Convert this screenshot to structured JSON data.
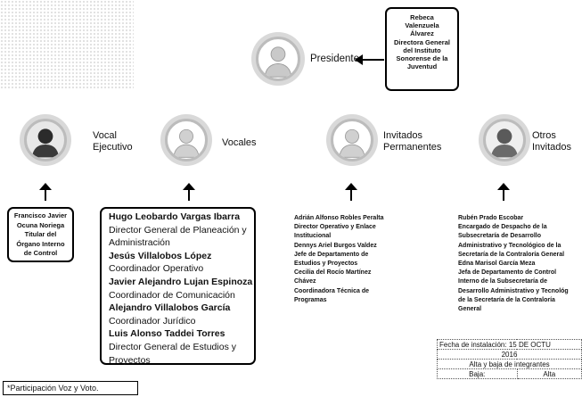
{
  "top_box": [
    "Rebeca",
    "Valenzuela",
    "Álvarez",
    "Directora General",
    "del Instituto",
    "Sonorense de la",
    "Juventud"
  ],
  "president": {
    "label": "Presidente"
  },
  "categories": {
    "vocal_ejecutivo": [
      "Vocal",
      "Ejecutivo"
    ],
    "vocales": "Vocales",
    "invitados_permanentes": [
      "Invitados",
      "Permanentes"
    ],
    "otros_invitados": [
      "Otros",
      "Invitados"
    ]
  },
  "vocal_ejecutivo_box": [
    "Francisco Javier",
    "Ocuna Noriega",
    "Titular del",
    "Órgano Interno",
    "de Control"
  ],
  "vocales_list": [
    {
      "name": "Hugo Leobardo Vargas Ibarra",
      "role": "Director General de Planeación y"
    },
    {
      "name": "",
      "role": "Administración"
    },
    {
      "name": "Jesús Villalobos López",
      "role": "Coordinador Operativo"
    },
    {
      "name": "Javier Alejandro Lujan Espinoza",
      "role": "Coordinador de Comunicación"
    },
    {
      "name": "Alejandro Villalobos García",
      "role": "Coordinador Jurídico"
    },
    {
      "name": "Luis Alonso Taddei Torres",
      "role": "Director General de Estudios y"
    },
    {
      "name": "",
      "role": "Proyectos"
    }
  ],
  "invitados_list": [
    "Adrián Alfonso Robles Peralta",
    "Director Operativo y Enlace",
    "Institucional",
    "Dennys Ariel Burgos Valdez",
    "Jefe de Departamento de",
    "Estudios y Proyectos",
    "Cecilia del Rocío Martínez",
    "Chávez",
    "Coordinadora Técnica de",
    "Programas"
  ],
  "otros_list": [
    "Rubén Prado Escobar",
    "Encargado de Despacho de la",
    "Subsecretaría de Desarrollo",
    "Administrativo y Tecnológico de la",
    "Secretaría de la Contraloría General",
    "Edna Marisol García Meza",
    "Jefa de Departamento de Control",
    "Interno de la Subsecretaría de",
    "Desarrollo Administrativo y Tecnológ",
    "de la Secretaría de la Contraloría",
    "General"
  ],
  "note": "*Participación Voz y Voto.",
  "install_table": {
    "row1": "Fecha de instalación: 15 DE OCTU",
    "row2": "2016",
    "row3": "Alta y baja de integrantes",
    "col1": "Baja:",
    "col2": "Alta"
  }
}
